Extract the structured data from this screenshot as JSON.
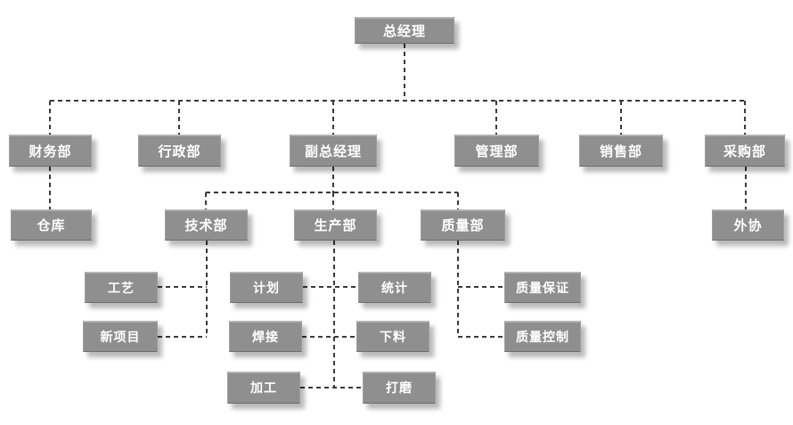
{
  "diagram": {
    "type": "org-chart",
    "background_color": "#ffffff"
  },
  "colors": {
    "node_fill": "#8f8f8f",
    "node_border": "#9e9e9e",
    "node_text": "#ffffff",
    "connector_line": "#3a3a3a",
    "shadow": "rgba(0,0,0,0.28)"
  },
  "connector_style": {
    "line_type": "dashed",
    "dash_pattern": "5 4",
    "stroke_width": 2
  },
  "nodes": {
    "general_manager": "总经理",
    "finance_dept": "财务部",
    "admin_dept": "行政部",
    "deputy_general_manager": "副总经理",
    "management_dept": "管理部",
    "sales_dept": "销售部",
    "purchasing_dept": "采购部",
    "warehouse": "仓库",
    "tech_dept": "技术部",
    "production_dept": "生产部",
    "quality_dept": "质量部",
    "outsourcing": "外协",
    "process": "工艺",
    "new_project": "新项目",
    "planning": "计划",
    "welding": "焊接",
    "machining": "加工",
    "statistics": "统计",
    "material_cutting": "下料",
    "polishing": "打磨",
    "quality_assurance": "质量保证",
    "quality_control": "质量控制"
  },
  "hierarchy": {
    "总经理": [
      "财务部",
      "行政部",
      "副总经理",
      "管理部",
      "销售部",
      "采购部"
    ],
    "财务部": [
      "仓库"
    ],
    "副总经理": [
      "技术部",
      "生产部",
      "质量部"
    ],
    "采购部": [
      "外协"
    ],
    "技术部": [
      "工艺",
      "新项目"
    ],
    "生产部": [
      "计划",
      "焊接",
      "加工",
      "统计",
      "下料",
      "打磨"
    ],
    "质量部": [
      "质量保证",
      "质量控制"
    ]
  }
}
